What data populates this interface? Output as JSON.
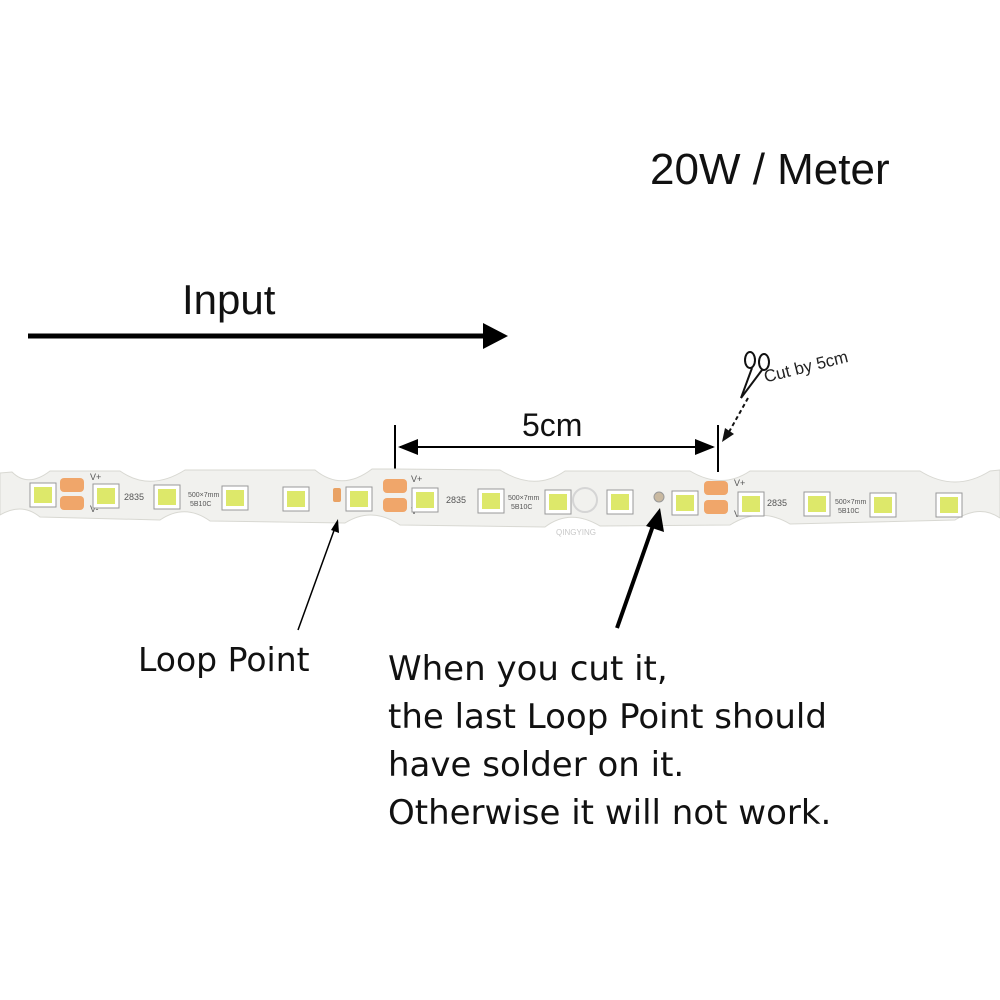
{
  "power_label": "20W / Meter",
  "input_label": "Input",
  "dimension_label": "5cm",
  "cut_label": "Cut by 5cm",
  "loop_point_label": "Loop Point",
  "note_lines": [
    "When you cut it,",
    "the last Loop Point should",
    "have solder on it.",
    "Otherwise it will not work."
  ],
  "strip": {
    "led_model": "2835",
    "chip_spec_line1": "500×7mm",
    "chip_spec_line2": "5B10C",
    "pad_plus": "V+",
    "pad_minus": "V-",
    "watermark": "QINGYING"
  },
  "colors": {
    "pcb": "#f1f1ee",
    "pad": "#f0a66a",
    "led": "#dde86a",
    "arrow": "#000000"
  }
}
